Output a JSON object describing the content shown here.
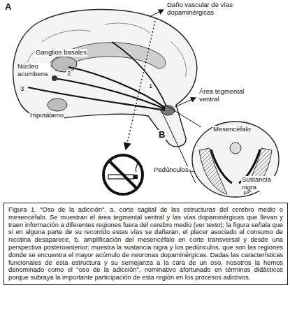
{
  "diagram": {
    "caption": "Figura 1. \"Oso de la adicción\". a. corte sagital de las estructuras del cerebro medio o mesencéfalo. Se muestran el área tegmental ventral y las vías dopaminérgicas que llevan y traen información a diferentes regiones fuera del cerebro medio (ver texto); la figura señala que si en alguna parte de su recorrido estas vías se dañaran, el placer asociado al consumo de nicotina desaparece. b. amplificación del mesencéfalo en corte transversal y desde una perspectiva posteroanterior; muestra la sustancia nigra y los pedúnculos, que son las regiones donde se encuentra el mayor acúmulo de neuronas dopaminérgicas. Dadas las características funcionales de esta estructura y su semejanza a la cara de un oso, nosotros la hemos denominado como el \"oso de la adicción\", nominativo afortunado en términos didácticos porque subraya la importante participación de esta región en los procesos adictivos.",
    "labels": [
      "A",
      "Daño vascular de vías dopaminérgicas",
      "Ganglios basales",
      "Núcleo acumbens",
      "2",
      "3",
      "1",
      "Hipotálamo",
      "Área tegmental ventral",
      "B",
      "Mesencéfalo",
      "Pedúnculos",
      "Sustancia nigra"
    ]
  }
}
